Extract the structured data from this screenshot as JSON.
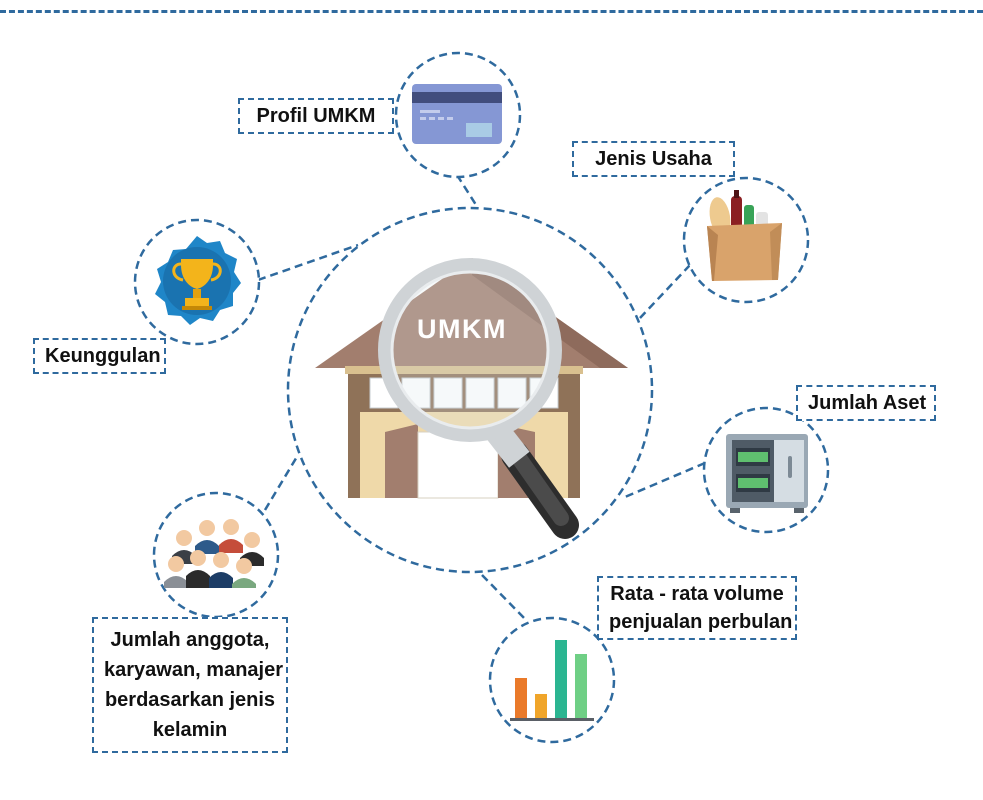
{
  "diagram": {
    "center_title": "UMKM",
    "labels": {
      "profil": "Profil UMKM",
      "jenis_usaha": "Jenis Usaha",
      "keunggulan": "Keunggulan",
      "jumlah_aset": "Jumlah Aset",
      "rata_line1": "Rata - rata volume",
      "rata_line2": "penjualan perbulan",
      "anggota_line1": "Jumlah anggota,",
      "anggota_line2": "karyawan, manajer",
      "anggota_line3": "berdasarkan jenis",
      "anggota_line4": "kelamin"
    },
    "colors": {
      "accent": "#2f6a9e",
      "roof": "#a27e6e",
      "wall": "#efd9a9",
      "wood": "#8f7258",
      "card": "#8597d4",
      "badge": "#1f86c8",
      "trophy": "#f3b41b"
    },
    "icons": [
      "credit-card-icon",
      "grocery-bag-icon",
      "trophy-badge-icon",
      "safe-icon",
      "people-group-icon",
      "bar-chart-icon",
      "magnifier-icon"
    ]
  }
}
